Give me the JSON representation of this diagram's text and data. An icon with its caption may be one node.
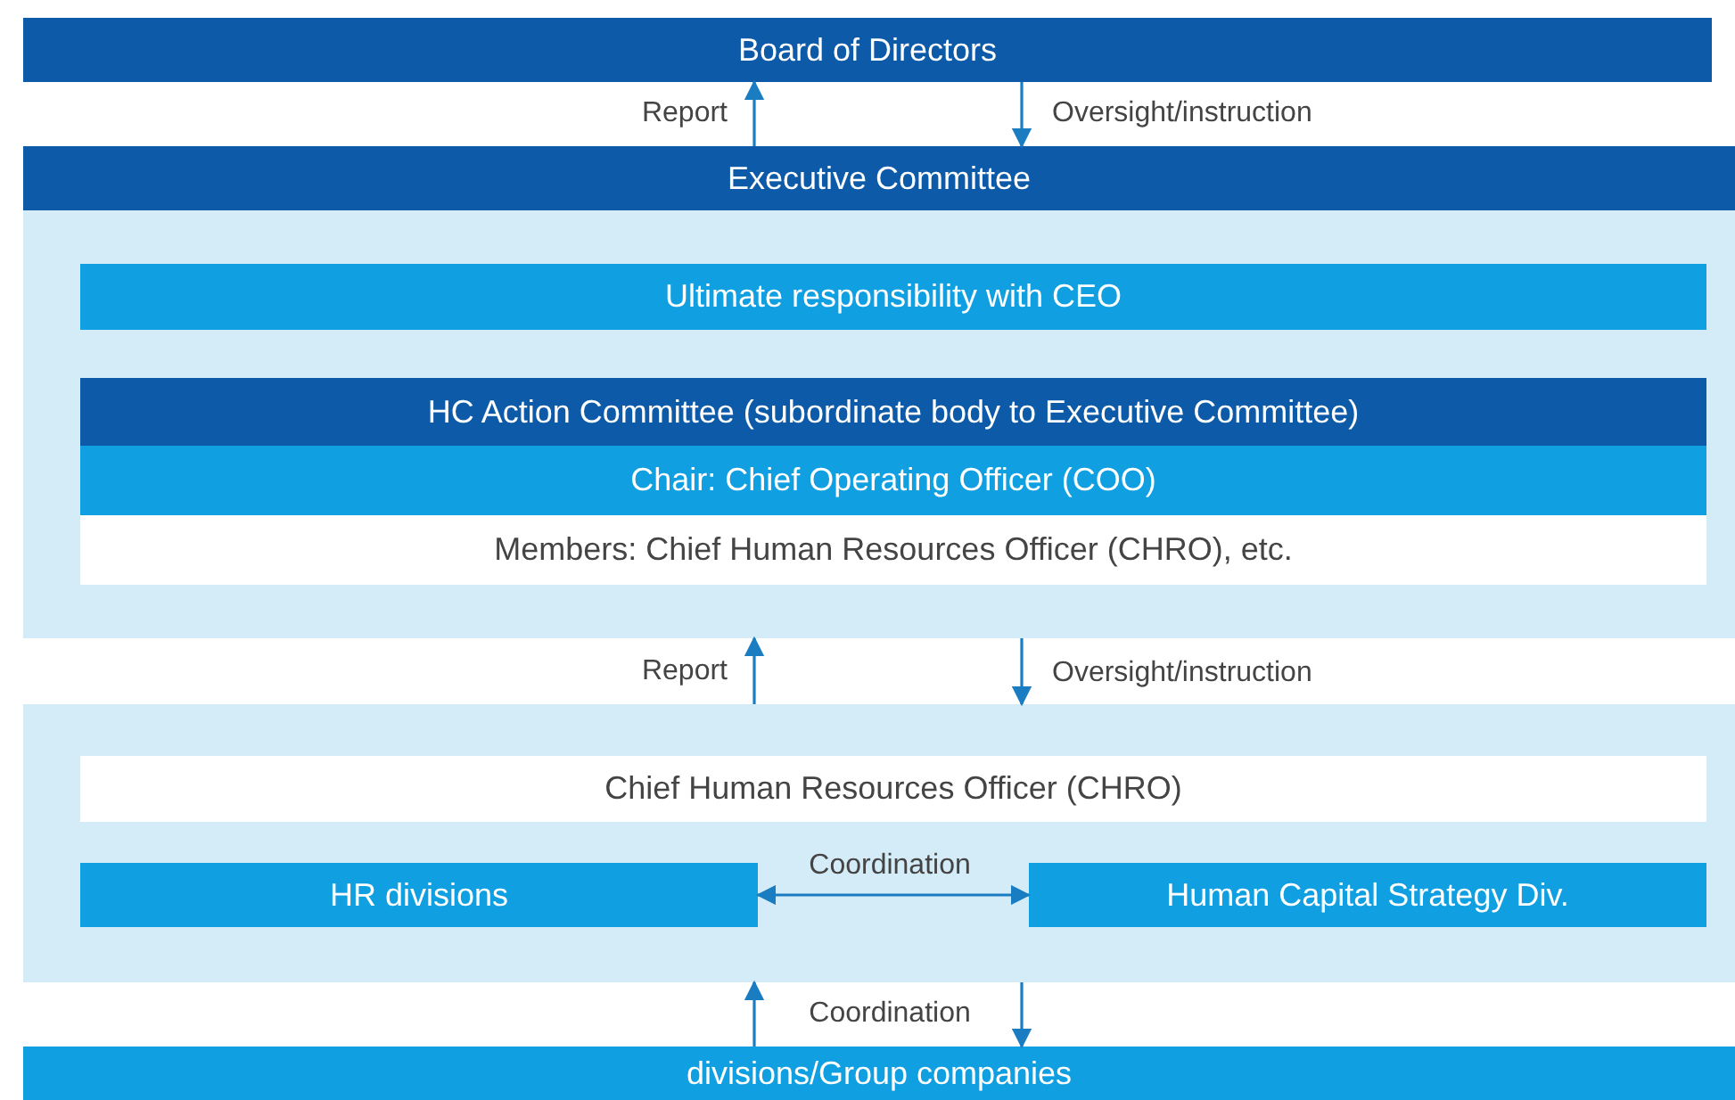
{
  "diagram": {
    "nodes": [
      {
        "text": [
          "Board of Directors"
        ]
      },
      {
        "text": [
          "Executive Committee"
        ]
      },
      {
        "text": [],
        "shape": "box"
      },
      {
        "text": [
          "Ultimate responsibility with CEO"
        ],
        "in": 2
      },
      {
        "text": [
          "HC Action Committee (subordinate body to Executive Committee)"
        ],
        "in": 2
      },
      {
        "text": [
          "Chair: Chief Operating Officer (COO)"
        ],
        "in": 2
      },
      {
        "text": [
          "Members: Chief Human Resources Officer (CHRO), etc."
        ],
        "in": 2
      },
      {
        "text": [],
        "shape": "box"
      },
      {
        "text": [
          "Chief Human Resources Officer (CHRO)"
        ],
        "in": 7
      },
      {
        "text": [
          "HR divisions"
        ],
        "in": 7
      },
      {
        "text": [
          "Human Capital Strategy Div."
        ],
        "in": 7
      },
      {
        "text": [
          "divisions/Group companies"
        ]
      }
    ],
    "edges": [
      {
        "from": 1,
        "to": 0,
        "arrow": "to",
        "label": "Report"
      },
      {
        "from": 0,
        "to": 1,
        "arrow": "to",
        "label": "Oversight/instruction"
      },
      {
        "from": 7,
        "to": 2,
        "arrow": "to",
        "label": "Report"
      },
      {
        "from": 2,
        "to": 7,
        "arrow": "to",
        "label": "Oversight/instruction"
      },
      {
        "from": 9,
        "to": 10,
        "arrow": "both",
        "label": "Coordination"
      },
      {
        "from": 11,
        "to": 7,
        "arrow": "to",
        "label": "Coordination"
      },
      {
        "from": 7,
        "to": 11,
        "arrow": "to"
      }
    ]
  }
}
